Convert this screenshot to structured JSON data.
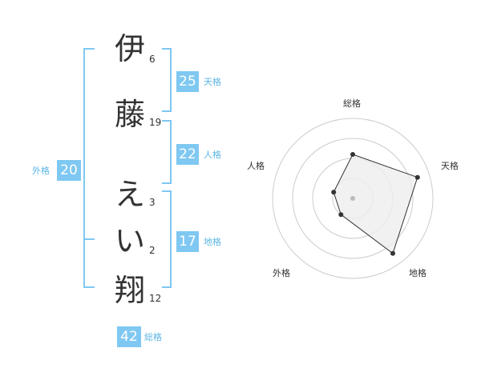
{
  "name": {
    "chars": [
      {
        "char": "伊",
        "strokes": "6"
      },
      {
        "char": "藤",
        "strokes": "19"
      },
      {
        "char": "え",
        "strokes": "3"
      },
      {
        "char": "い",
        "strokes": "2"
      },
      {
        "char": "翔",
        "strokes": "12"
      }
    ]
  },
  "fortune": {
    "tenkaku": {
      "value": "25",
      "label": "天格"
    },
    "jinkaku": {
      "value": "22",
      "label": "人格"
    },
    "chikaku": {
      "value": "17",
      "label": "地格"
    },
    "gaikaku": {
      "value": "20",
      "label": "外格"
    },
    "soukaku": {
      "value": "42",
      "label": "総格"
    }
  },
  "chart_data": {
    "type": "radar",
    "axes": [
      "総格",
      "天格",
      "地格",
      "外格",
      "人格"
    ],
    "values": [
      0.55,
      0.85,
      0.85,
      0.25,
      0.25
    ],
    "range": [
      0,
      1
    ],
    "rings": 4,
    "colors": {
      "line": "#333333",
      "fill": "#eeeeee",
      "point": "#333333",
      "grid": "#cccccc",
      "center": "#bbbbbb"
    }
  },
  "colors": {
    "accent": "#7fc8f2",
    "accent_text": "#5bb5e5",
    "text": "#333333"
  }
}
